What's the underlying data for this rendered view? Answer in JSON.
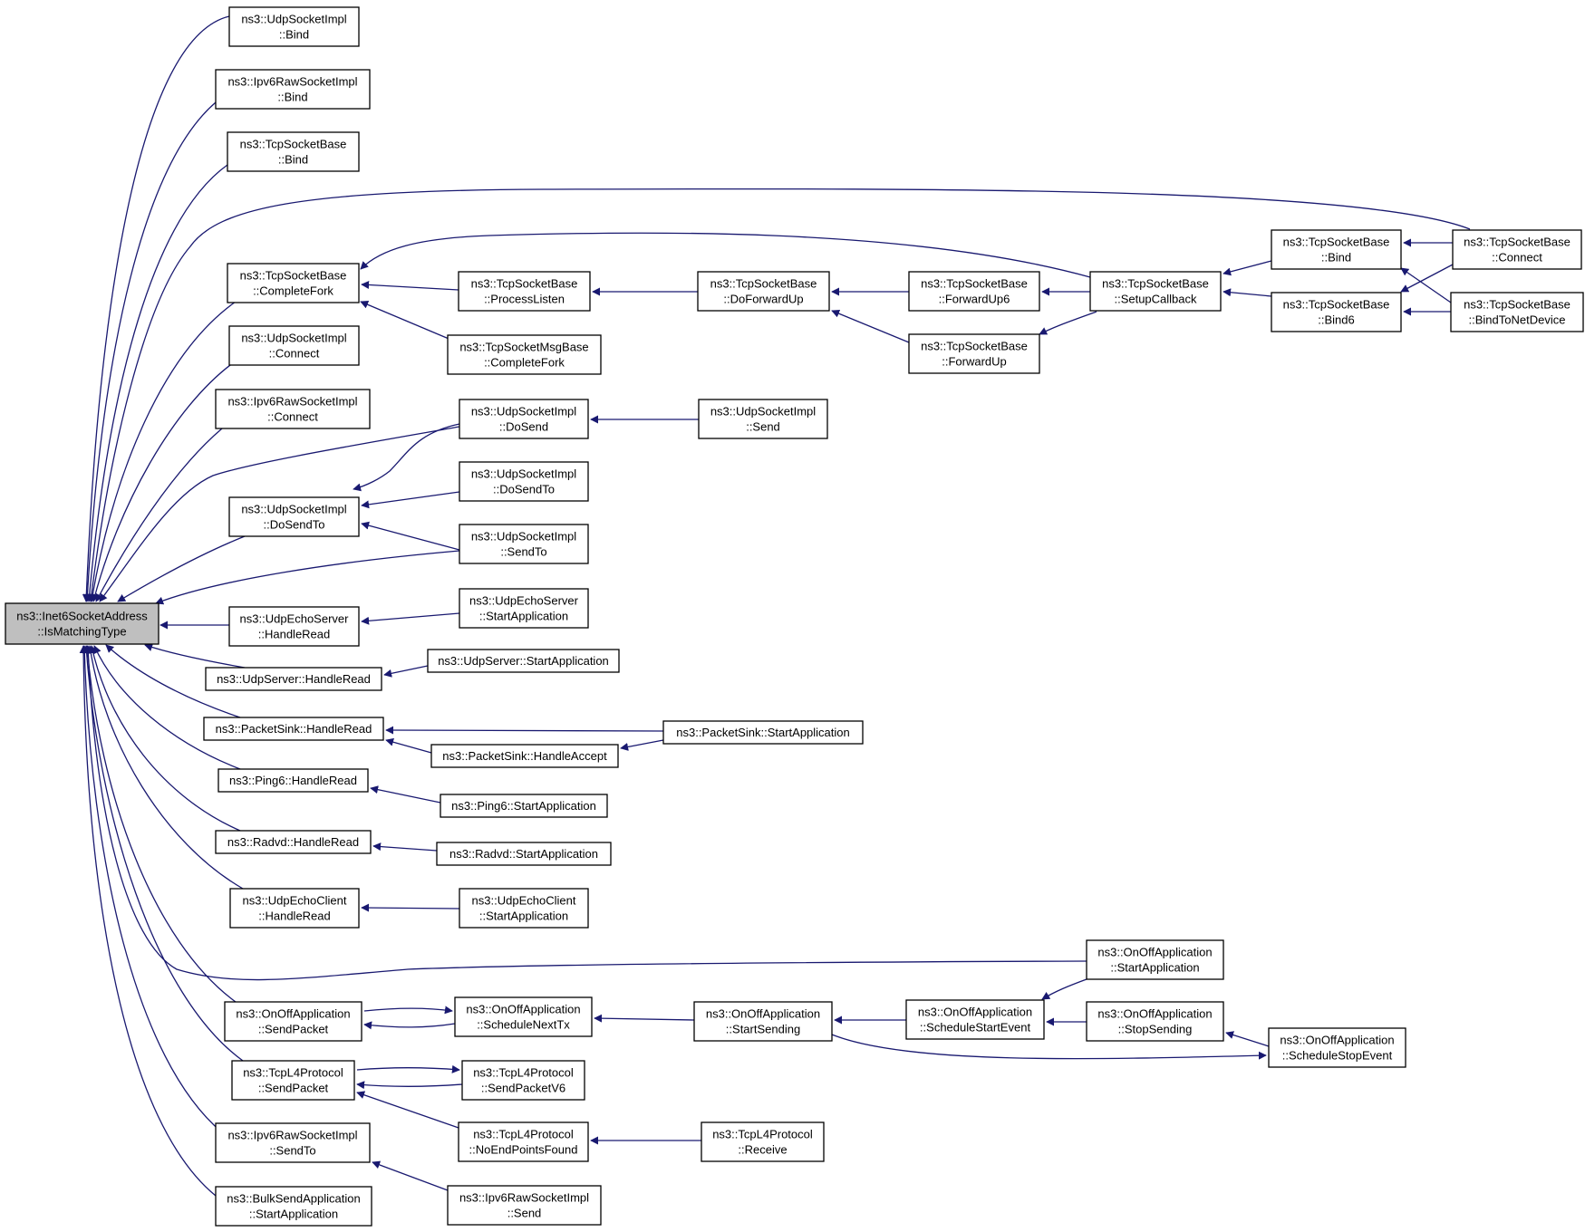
{
  "colors": {
    "edge": "#191970",
    "focus_fill": "#bfbfbf",
    "node_fill": "#ffffff",
    "border": "#000000"
  },
  "nodes": {
    "focus": [
      "ns3::Inet6SocketAddress",
      "::IsMatchingType"
    ],
    "udp_bind": [
      "ns3::UdpSocketImpl",
      "::Bind"
    ],
    "ipv6raw_bind": [
      "ns3::Ipv6RawSocketImpl",
      "::Bind"
    ],
    "tcp_bind_left": [
      "ns3::TcpSocketBase",
      "::Bind"
    ],
    "tcp_completefork": [
      "ns3::TcpSocketBase",
      "::CompleteFork"
    ],
    "udp_connect": [
      "ns3::UdpSocketImpl",
      "::Connect"
    ],
    "ipv6raw_connect": [
      "ns3::Ipv6RawSocketImpl",
      "::Connect"
    ],
    "udp_dosendto": [
      "ns3::UdpSocketImpl",
      "::DoSendTo"
    ],
    "udpecho_server_handleread": [
      "ns3::UdpEchoServer",
      "::HandleRead"
    ],
    "udpserver_handleread": [
      "ns3::UdpServer::HandleRead"
    ],
    "packetsink_handleread": [
      "ns3::PacketSink::HandleRead"
    ],
    "ping6_handleread": [
      "ns3::Ping6::HandleRead"
    ],
    "radvd_handleread": [
      "ns3::Radvd::HandleRead"
    ],
    "udpecho_client_handleread": [
      "ns3::UdpEchoClient",
      "::HandleRead"
    ],
    "onoff_sendpacket": [
      "ns3::OnOffApplication",
      "::SendPacket"
    ],
    "tcpl4_sendpacket": [
      "ns3::TcpL4Protocol",
      "::SendPacket"
    ],
    "ipv6raw_sendto": [
      "ns3::Ipv6RawSocketImpl",
      "::SendTo"
    ],
    "bulksend_start": [
      "ns3::BulkSendApplication",
      "::StartApplication"
    ],
    "tcp_processlisten": [
      "ns3::TcpSocketBase",
      "::ProcessListen"
    ],
    "tcpmsg_completefork": [
      "ns3::TcpSocketMsgBase",
      "::CompleteFork"
    ],
    "udp_dosend": [
      "ns3::UdpSocketImpl",
      "::DoSend"
    ],
    "udp_dosendto2": [
      "ns3::UdpSocketImpl",
      "::DoSendTo"
    ],
    "udp_sendto": [
      "ns3::UdpSocketImpl",
      "::SendTo"
    ],
    "udpecho_server_start": [
      "ns3::UdpEchoServer",
      "::StartApplication"
    ],
    "udpserver_start": [
      "ns3::UdpServer::StartApplication"
    ],
    "packetsink_handleaccept": [
      "ns3::PacketSink::HandleAccept"
    ],
    "ping6_start": [
      "ns3::Ping6::StartApplication"
    ],
    "radvd_start": [
      "ns3::Radvd::StartApplication"
    ],
    "udpecho_client_start": [
      "ns3::UdpEchoClient",
      "::StartApplication"
    ],
    "onoff_schedulenexttx": [
      "ns3::OnOffApplication",
      "::ScheduleNextTx"
    ],
    "tcpl4_sendpacketv6": [
      "ns3::TcpL4Protocol",
      "::SendPacketV6"
    ],
    "tcpl4_noendpointsfound": [
      "ns3::TcpL4Protocol",
      "::NoEndPointsFound"
    ],
    "ipv6raw_send": [
      "ns3::Ipv6RawSocketImpl",
      "::Send"
    ],
    "tcp_doforwardup": [
      "ns3::TcpSocketBase",
      "::DoForwardUp"
    ],
    "udp_send": [
      "ns3::UdpSocketImpl",
      "::Send"
    ],
    "packetsink_start": [
      "ns3::PacketSink::StartApplication"
    ],
    "onoff_startsending": [
      "ns3::OnOffApplication",
      "::StartSending"
    ],
    "tcpl4_receive": [
      "ns3::TcpL4Protocol",
      "::Receive"
    ],
    "tcp_forwardup6": [
      "ns3::TcpSocketBase",
      "::ForwardUp6"
    ],
    "tcp_forwardup": [
      "ns3::TcpSocketBase",
      "::ForwardUp"
    ],
    "onoff_schedulestartevent": [
      "ns3::OnOffApplication",
      "::ScheduleStartEvent"
    ],
    "tcp_setupcallback": [
      "ns3::TcpSocketBase",
      "::SetupCallback"
    ],
    "onoff_startapplication": [
      "ns3::OnOffApplication",
      "::StartApplication"
    ],
    "onoff_stopsending": [
      "ns3::OnOffApplication",
      "::StopSending"
    ],
    "tcp_bind_mid": [
      "ns3::TcpSocketBase",
      "::Bind"
    ],
    "tcp_bind6": [
      "ns3::TcpSocketBase",
      "::Bind6"
    ],
    "onoff_schedulestopevent": [
      "ns3::OnOffApplication",
      "::ScheduleStopEvent"
    ],
    "tcp_connect": [
      "ns3::TcpSocketBase",
      "::Connect"
    ],
    "tcp_bindtonetdevice": [
      "ns3::TcpSocketBase",
      "::BindToNetDevice"
    ]
  }
}
